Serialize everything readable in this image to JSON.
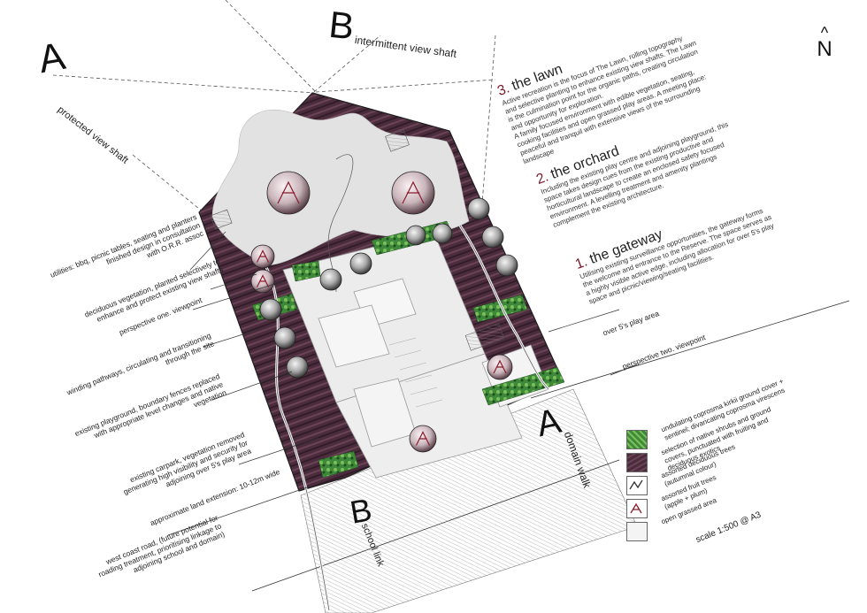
{
  "section_markers": {
    "a_top": "A",
    "a_top_label": "protected view shaft",
    "b_top": "B",
    "b_top_label": "intermittent view shaft",
    "a_bottom": "A",
    "a_bottom_label": "domain walk",
    "b_bottom": "B",
    "b_bottom_label": "school link"
  },
  "north": {
    "arrow": "^",
    "letter": "N"
  },
  "zones": [
    {
      "number": "3.",
      "title": "the lawn",
      "lines": [
        "Active recreation is the focus of The Lawn, rolling topography",
        "and selective planting to enhance existing view shafts. The Lawn",
        "is the culmination point for the organic paths, creating circulation",
        "and opportunity for exploration.",
        "A family focused environment with edible vegetation, seating,",
        "cooking facilities and open grassed play areas. A meeting place:",
        "peaceful and tranquil with extensive views of the surrounding",
        "landscape"
      ]
    },
    {
      "number": "2.",
      "title": "the orchard",
      "lines": [
        "Including the existing play centre and adjoining playground, this",
        "space takes design cues from the existing productive and",
        "horticultural landscape to create an enclosed safety focused",
        "environment. A levelling treatment and amenity plantings",
        "complement the existing architecture."
      ]
    },
    {
      "number": "1.",
      "title": "the gateway",
      "lines": [
        "Utilising existing surveillance opportunities, the gateway forms",
        "the welcome and entrance to the Reserve. The space serves as",
        "a highly visible active edge, including allocation for over 5's play",
        "space and picnic/viewing/seating facilities."
      ]
    }
  ],
  "left_callouts": [
    {
      "lines": [
        "utilities: bbq, picnic tables, seating and planters",
        "finished design in consultation",
        "with O.R.R. assoc"
      ]
    },
    {
      "lines": [
        "deciduous vegetation, planted selectively to",
        "enhance and protect existing view shafts"
      ]
    },
    {
      "lines": [
        "perspective one. viewpoint"
      ]
    },
    {
      "lines": [
        "winding pathways, circulating and transitioning",
        "through the site"
      ]
    },
    {
      "lines": [
        "existing playground, boundary fences replaced",
        "with appropriate level changes and native",
        "vegetation"
      ]
    },
    {
      "lines": [
        "existing carpark, vegetation removed",
        "generating high visibility and security for",
        "adjoining over 5's play area"
      ]
    },
    {
      "lines": [
        "approximate land extension: 10-12m wide"
      ]
    },
    {
      "lines": [
        "west coast road, (future potential for",
        "roading treatment, prioritising linkage to",
        "adjoining school and domain)"
      ]
    }
  ],
  "right_callouts": [
    {
      "lines": [
        "over 5's play area"
      ]
    },
    {
      "lines": [
        "perspective two. viewpoint"
      ]
    }
  ],
  "legend": [
    {
      "swatch": "green",
      "lines": [
        "undulating coprosma kirkii ground cover +",
        "sentinel; divaricating coprosma virescens"
      ]
    },
    {
      "swatch": "purple",
      "lines": [
        "selection of native shrubs and ground",
        "covers, punctuated with fruiting and",
        "deciduous exotics"
      ]
    },
    {
      "swatch": "tree",
      "lines": [
        "assorted deciduous trees",
        "(autumnal colour)"
      ]
    },
    {
      "swatch": "fruit",
      "lines": [
        "assorted fruit trees",
        "(apple + plum)"
      ]
    },
    {
      "swatch": "grass",
      "lines": [
        "open grassed area"
      ]
    }
  ],
  "scale": "scale 1:500 @ A3",
  "colors": {
    "planting": "#4a2c3c",
    "planting_dark": "#2e1826",
    "lawn": "#e2e2e2",
    "hard": "#eeeeee",
    "green": "#3f8a3a",
    "accent": "#7a1a2a"
  }
}
